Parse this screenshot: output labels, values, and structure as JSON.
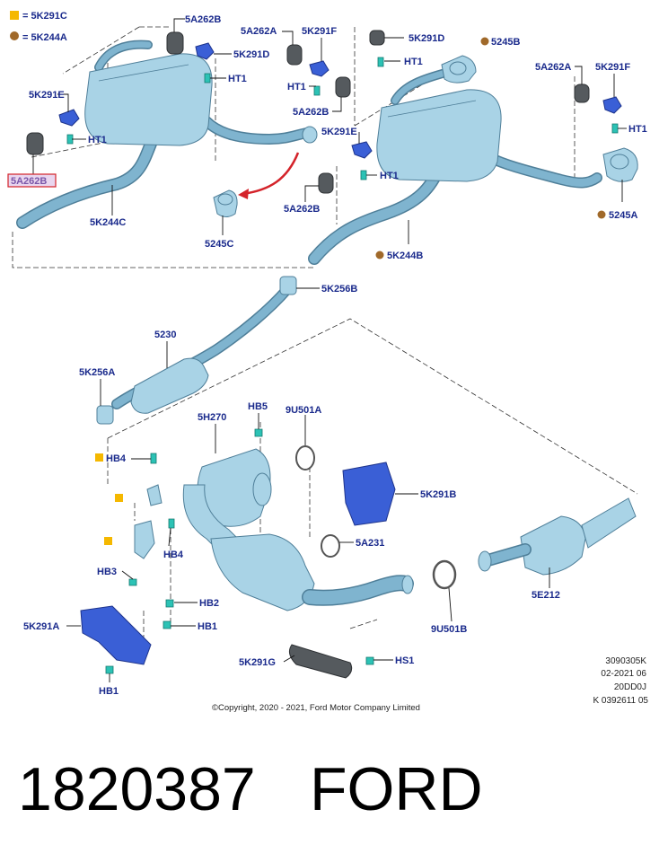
{
  "legend": {
    "square_label": "= 5K291C",
    "circle_label": "= 5K244A",
    "square_color": "#f5b800",
    "circle_color": "#a0692a"
  },
  "labels": {
    "p5A262B_a": "5A262B",
    "p5K291D_a": "5K291D",
    "pHT1_a": "HT1",
    "p5K291E_a": "5K291E",
    "pHT1_b": "HT1",
    "p5A262B_hl": "5A262B",
    "p5K244C": "5K244C",
    "p5245C": "5245C",
    "p5A262A_a": "5A262A",
    "p5K291F_a": "5K291F",
    "pHT1_c": "HT1",
    "p5A262B_b": "5A262B",
    "p5K291D_b": "5K291D",
    "pHT1_d": "HT1",
    "p5245B": "5245B",
    "p5K291E_b": "5K291E",
    "pHT1_e": "HT1",
    "p5A262B_c": "5A262B",
    "p5A262A_b": "5A262A",
    "p5K291F_b": "5K291F",
    "pHT1_f": "HT1",
    "p5245A": "5245A",
    "p5K244B": "5K244B",
    "p5K256B": "5K256B",
    "p5230": "5230",
    "p5K256A": "5K256A",
    "p5H270": "5H270",
    "pHB5": "HB5",
    "p9U501A": "9U501A",
    "pHB4_a": "HB4",
    "p5K291B": "5K291B",
    "pHB4_b": "HB4",
    "p5A231": "5A231",
    "pHB3": "HB3",
    "pHB2": "HB2",
    "p5K291A": "5K291A",
    "pHB1_a": "HB1",
    "p5E212": "5E212",
    "p9U501B": "9U501B",
    "p5K291G": "5K291G",
    "pHS1": "HS1",
    "pHB1_b": "HB1"
  },
  "info_block": [
    "3090305K",
    "02-2021 06",
    "20DD0J",
    "K 0392611 05"
  ],
  "copyright": "©Copyright, 2020 - 2021, Ford Motor Company Limited",
  "footer": {
    "part_number": "1820387",
    "brand": "FORD"
  },
  "colors": {
    "label_text": "#1a2a8c",
    "pipe": "#a9d3e6",
    "highlight_border": "#d4232a",
    "highlight_fill": "#e9d6ef",
    "arrow": "#d4232a"
  },
  "icons": [
    "hanger-stud-icon",
    "rubber-isolator-icon",
    "bracket-icon",
    "clamp-icon",
    "gasket-icon",
    "heat-shield-icon"
  ]
}
